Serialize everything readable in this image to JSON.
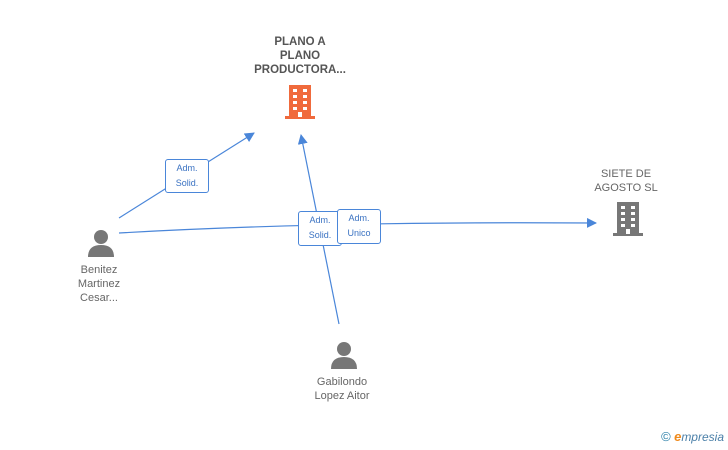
{
  "nodes": {
    "company_main": {
      "label": "PLANO A\nPLANO\nPRODUCTORA...",
      "icon": "building-icon",
      "color": "#f06a3c"
    },
    "company_other": {
      "label": "SIETE DE\nAGOSTO SL",
      "icon": "building-icon",
      "color": "#777777"
    },
    "person_benitez": {
      "label": "Benitez\nMartinez\nCesar...",
      "icon": "person-icon",
      "color": "#777777"
    },
    "person_gabilondo": {
      "label": "Gabilondo\nLopez Aitor",
      "icon": "person-icon",
      "color": "#777777"
    }
  },
  "edges": {
    "benitez_to_main": {
      "label": "Adm.\nSolid."
    },
    "gabilondo_to_main": {
      "label": "Adm.\nSolid."
    },
    "benitez_to_siete": {
      "label": "Adm.\nUnico"
    }
  },
  "colors": {
    "edge": "#4a86d9"
  },
  "brand": {
    "copyright": "©",
    "e_letter": "e",
    "name": "mpresia"
  }
}
